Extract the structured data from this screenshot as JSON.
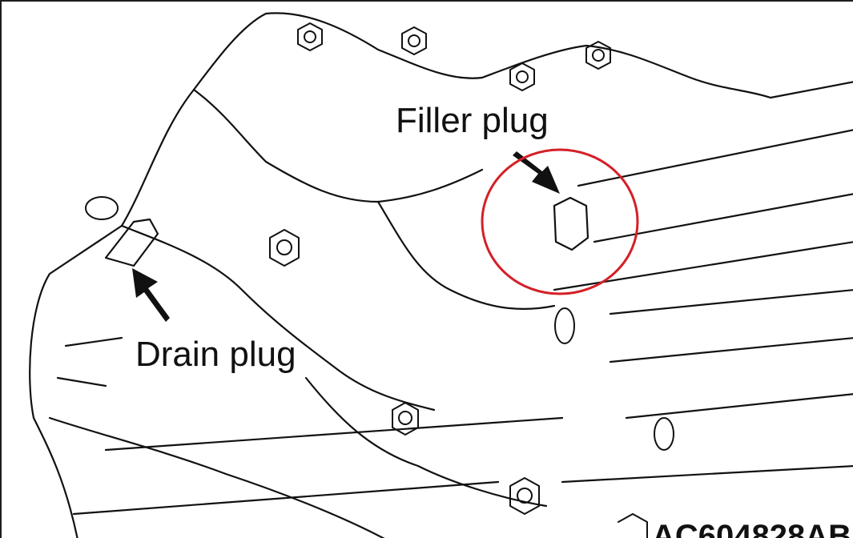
{
  "labels": {
    "filler_plug": "Filler plug",
    "drain_plug": "Drain plug",
    "figure_code": "AC604828AB"
  },
  "colors": {
    "line": "#111111",
    "highlight_circle": "#d42027"
  }
}
